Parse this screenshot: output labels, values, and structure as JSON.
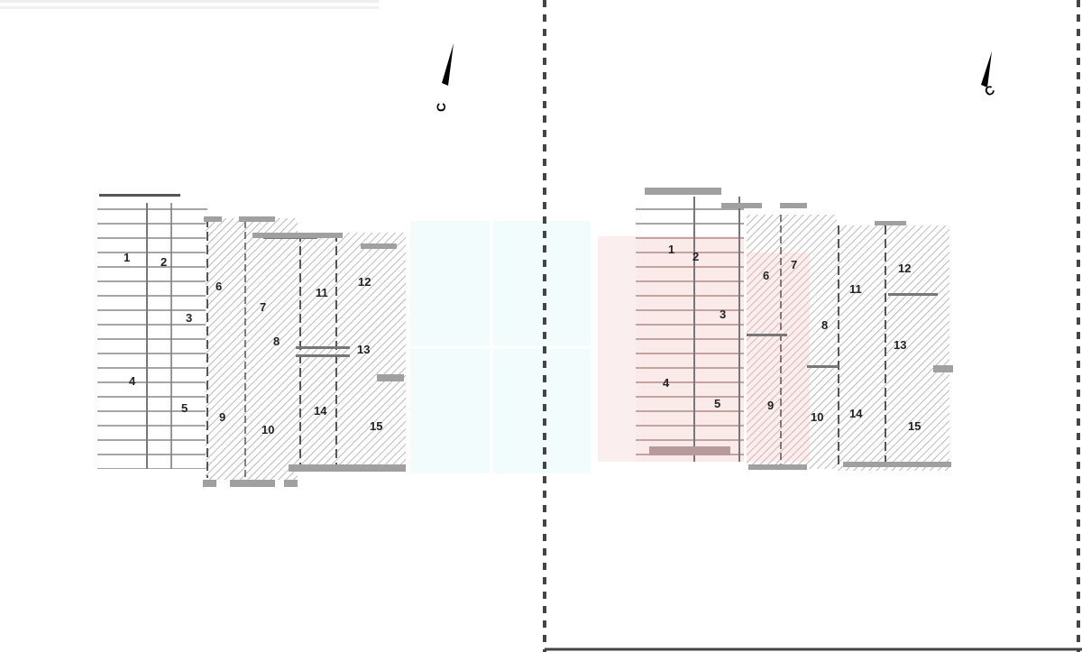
{
  "panels": [
    {
      "name": "left-plan",
      "north_label": "С",
      "rooms": [
        "1",
        "2",
        "3",
        "4",
        "5",
        "6",
        "7",
        "8",
        "9",
        "10",
        "11",
        "12",
        "13",
        "14",
        "15"
      ]
    },
    {
      "name": "right-plan",
      "north_label": "С",
      "rooms": [
        "1",
        "2",
        "3",
        "4",
        "5",
        "6",
        "7",
        "8",
        "9",
        "10",
        "11",
        "12",
        "13",
        "14",
        "15"
      ]
    }
  ],
  "colors": {
    "hatch": "#9a9a9a",
    "wall": "#a0a0a0",
    "cyan_overlay": "#f2fcfd",
    "pink_overlay": "#f7dede",
    "divider": "#444444"
  }
}
